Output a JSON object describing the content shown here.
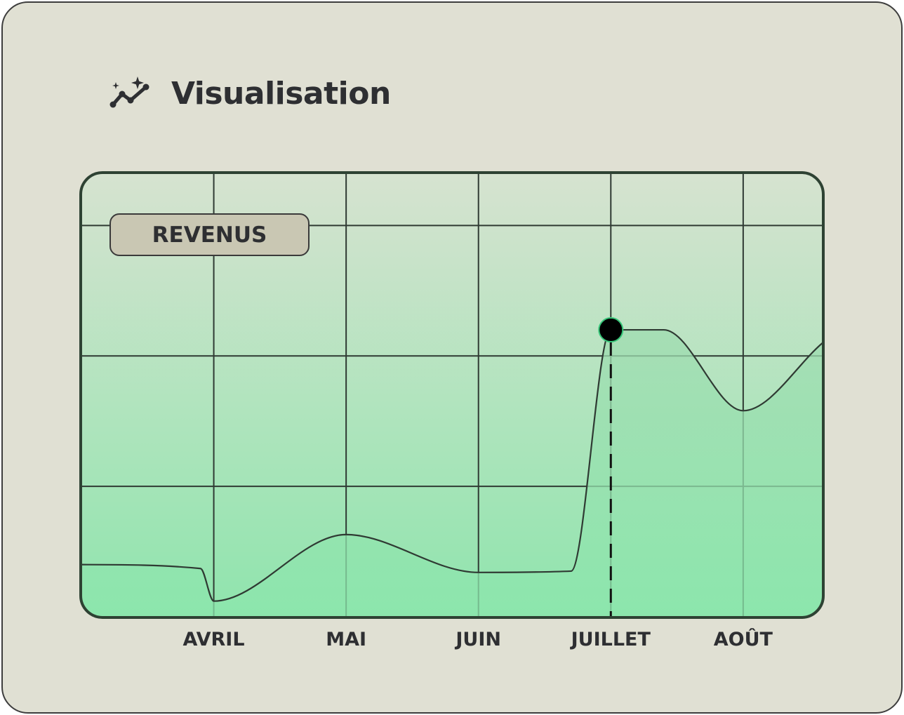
{
  "header": {
    "title": "Visualisation",
    "icon": "sparkle-line-chart-icon"
  },
  "chart_data": {
    "type": "area",
    "title": "",
    "badge_label": "REVENUS",
    "xlabel": "",
    "ylabel": "",
    "categories": [
      "AVRIL",
      "MAI",
      "JUIN",
      "JUILLET",
      "AOÛT"
    ],
    "x": [
      -1,
      -0.1,
      0,
      1,
      2,
      2.7,
      3,
      3.4,
      4,
      4.6
    ],
    "values": [
      0.4,
      0.37,
      0.12,
      0.63,
      0.34,
      0.35,
      2.2,
      2.2,
      1.58,
      2.1
    ],
    "highlight": {
      "category": "JUILLET",
      "x": 3,
      "value": 2.2
    },
    "xlim": [
      -1,
      4.6
    ],
    "ylim": [
      0,
      3.4
    ],
    "grid": true,
    "colors": {
      "fill_top": "#d6e3d0",
      "fill_bottom": "#8fe4ad",
      "line": "#2f3a33",
      "marker": "#000000",
      "marker_ring": "#37c679",
      "frame": "#2e4233",
      "card": "#e0e0d3",
      "badge": "#c9c7b3"
    }
  }
}
